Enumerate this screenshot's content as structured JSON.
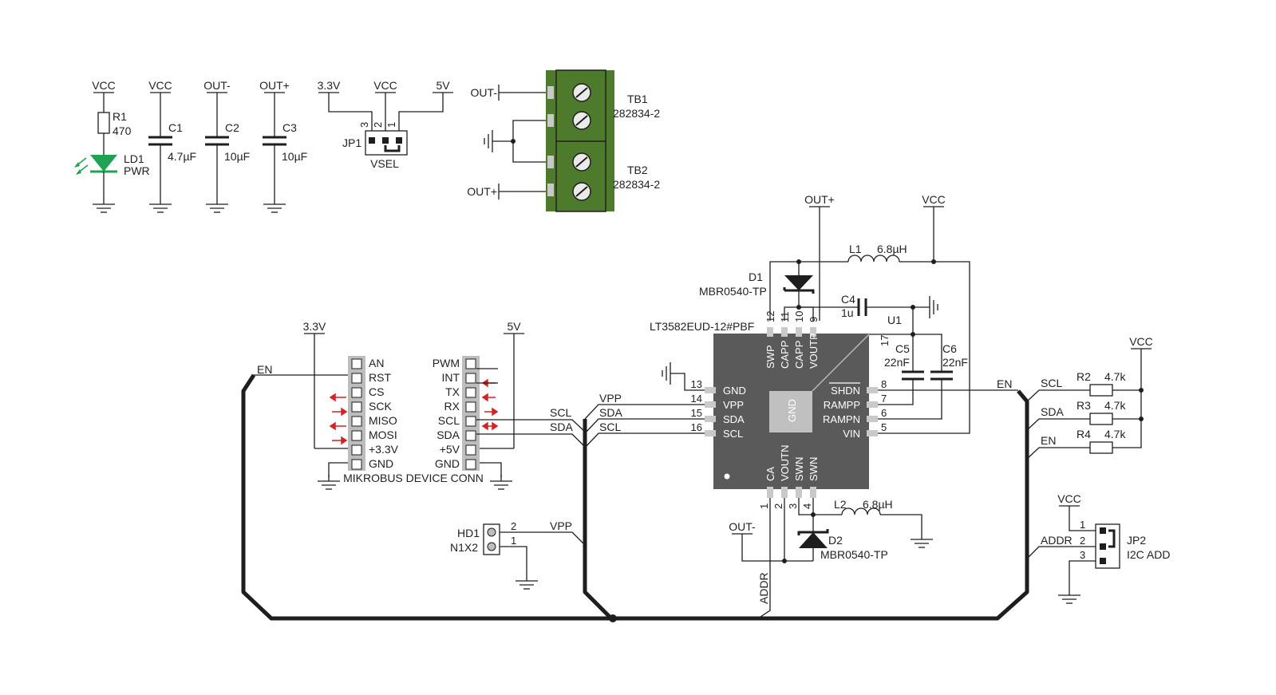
{
  "colors": {
    "wire": "#1e1e1e",
    "chip_body": "#5a5a5a",
    "chip_pad": "#c0c0c0",
    "terminal_green": "#4e7a2c",
    "led_green": "#1fa352",
    "arrow_red": "#d42323"
  },
  "icons": [
    "ground-symbol",
    "led-icon",
    "screw-terminal-icon",
    "jumper-icon",
    "header-pin-icon"
  ],
  "power_section": {
    "r1": {
      "net": "VCC",
      "ref": "R1",
      "value": "470"
    },
    "ld1": {
      "ref": "LD1",
      "value": "PWR"
    },
    "c1": {
      "net": "VCC",
      "ref": "C1",
      "value": "4.7µF"
    },
    "c2": {
      "net": "OUT-",
      "ref": "C2",
      "value": "10µF"
    },
    "c3": {
      "net": "OUT+",
      "ref": "C3",
      "value": "10µF"
    }
  },
  "jp1": {
    "net_left": "3.3V",
    "net_mid": "VCC",
    "net_right": "5V",
    "ref": "JP1",
    "name": "VSEL",
    "pins": [
      "3",
      "2",
      "1"
    ]
  },
  "terminals": {
    "tb1": {
      "ref": "TB1",
      "part": "282834-2"
    },
    "tb2": {
      "ref": "TB2",
      "part": "282834-2"
    },
    "out_minus": "OUT-",
    "out_plus": "OUT+"
  },
  "mikrobus": {
    "title": "MIKROBUS DEVICE CONN",
    "net_left": "3.3V",
    "net_right": "5V",
    "left_pins": [
      "AN",
      "RST",
      "CS",
      "SCK",
      "MISO",
      "MOSI",
      "+3.3V",
      "GND"
    ],
    "right_pins": [
      "PWM",
      "INT",
      "TX",
      "RX",
      "SCL",
      "SDA",
      "+5V",
      "GND"
    ],
    "en_label": "EN",
    "scl_label": "SCL",
    "sda_label": "SDA"
  },
  "hd1": {
    "ref": "HD1",
    "part": "N1X2",
    "pin2": "2",
    "pin1": "1",
    "net": "VPP"
  },
  "u1": {
    "part": "LT3582EUD-12#PBF",
    "ref": "U1",
    "center_pad": "GND",
    "top_pins": [
      {
        "name": "SWP",
        "num": "12"
      },
      {
        "name": "CAPP",
        "num": "11"
      },
      {
        "name": "CAPP",
        "num": "10"
      },
      {
        "name": "VOUTP",
        "num": "9"
      }
    ],
    "pin17": "17",
    "left_pins": [
      {
        "name": "GND",
        "num": "13",
        "net": ""
      },
      {
        "name": "VPP",
        "num": "14",
        "net": "VPP"
      },
      {
        "name": "SDA",
        "num": "15",
        "net": "SDA"
      },
      {
        "name": "SCL",
        "num": "16",
        "net": "SCL"
      }
    ],
    "right_pins": [
      {
        "name": "SHDN",
        "num": "8",
        "net": "EN"
      },
      {
        "name": "RAMPP",
        "num": "7"
      },
      {
        "name": "RAMPN",
        "num": "6"
      },
      {
        "name": "VIN",
        "num": "5"
      }
    ],
    "bottom_pins": [
      {
        "name": "CA",
        "num": "1"
      },
      {
        "name": "VOUTN",
        "num": "2"
      },
      {
        "name": "SWN",
        "num": "3"
      },
      {
        "name": "SWN",
        "num": "4"
      }
    ],
    "addr_label": "ADDR"
  },
  "boost": {
    "out_plus": "OUT+",
    "vcc": "VCC",
    "l1": {
      "ref": "L1",
      "value": "6.8µH"
    },
    "d1": {
      "ref": "D1",
      "part": "MBR0540-TP"
    },
    "c4": {
      "ref": "C4",
      "value": "1u"
    },
    "c5": {
      "ref": "C5",
      "value": "22nF"
    },
    "c6": {
      "ref": "C6",
      "value": "22nF"
    }
  },
  "inverter": {
    "out_minus": "OUT-",
    "l2": {
      "ref": "L2",
      "value": "6.8µH"
    },
    "d2": {
      "ref": "D2",
      "part": "MBR0540-TP"
    }
  },
  "pullups": {
    "vcc": "VCC",
    "rows": [
      {
        "net": "SCL",
        "ref": "R2",
        "value": "4.7k"
      },
      {
        "net": "SDA",
        "ref": "R3",
        "value": "4.7k"
      },
      {
        "net": "EN",
        "ref": "R4",
        "value": "4.7k"
      }
    ]
  },
  "jp2": {
    "vcc": "VCC",
    "net": "ADDR",
    "ref": "JP2",
    "name": "I2C ADD",
    "pins": [
      "1",
      "2",
      "3"
    ]
  }
}
